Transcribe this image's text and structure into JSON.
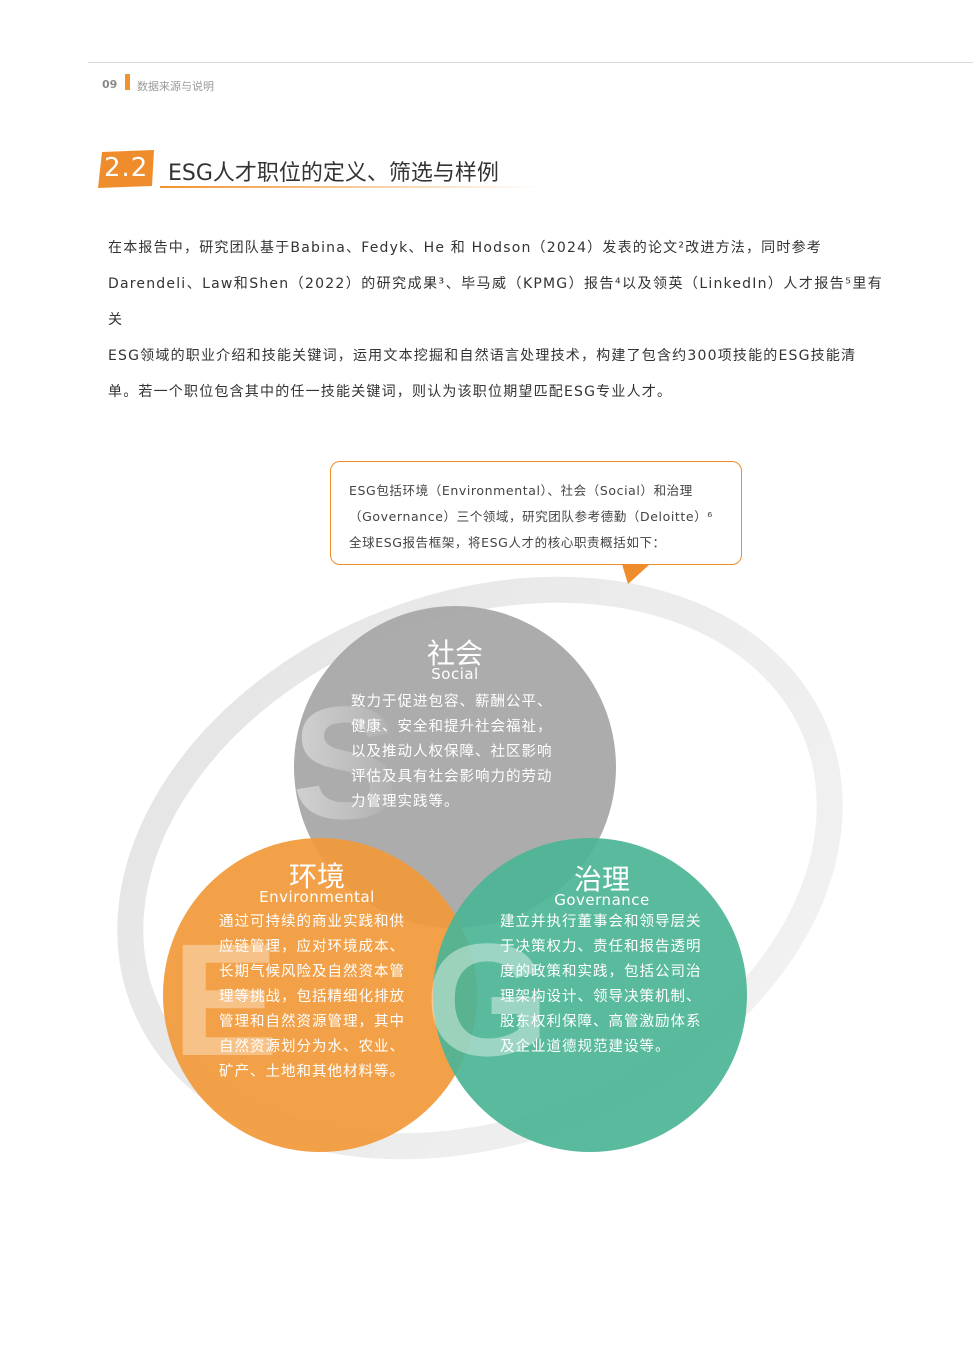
{
  "header": {
    "page_number": "09",
    "section_name": "数据来源与说明"
  },
  "section": {
    "number": "2.2",
    "title": "ESG人才职位的定义、筛选与样例"
  },
  "intro_lines": [
    "在本报告中，研究团队基于Babina、Fedyk、He 和 Hodson（2024）发表的论文²改进方法，同时参考",
    "Darendeli、Law和Shen（2022）的研究成果³、毕马威（KPMG）报告⁴以及领英（LinkedIn）人才报告⁵里有关",
    "ESG领域的职业介绍和技能关键词，运用文本挖掘和自然语言处理技术，构建了包含约300项技能的ESG技能清",
    "单。若一个职位包含其中的任一技能关键词，则认为该职位期望匹配ESG专业人才。"
  ],
  "callout_lines": [
    "ESG包括环境（Environmental）、社会（Social）和治理",
    "（Governance）三个领域，研究团队参考德勤（Deloitte）⁶",
    "全球ESG报告框架，将ESG人才的核心职责概括如下："
  ],
  "circles": {
    "social": {
      "letter": "S",
      "title": "社会",
      "subtitle": "Social",
      "lines": [
        "致力于促进包容、薪酬公平、",
        "健康、安全和提升社会福祉，",
        "以及推动人权保障、社区影响",
        "评估及具有社会影响力的劳动",
        "力管理实践等。"
      ],
      "color": "#a8a8a8"
    },
    "environmental": {
      "letter": "E",
      "title": "环境",
      "subtitle": "Environmental",
      "lines": [
        "通过可持续的商业实践和供",
        "应链管理，应对环境成本、",
        "长期气候风险及自然资本管",
        "理等挑战，包括精细化排放",
        "管理和自然资源管理，其中",
        "自然资源划分为水、农业、",
        "矿产、土地和其他材料等。"
      ],
      "color": "#f29a3a"
    },
    "governance": {
      "letter": "G",
      "title": "治理",
      "subtitle": "Governance",
      "lines": [
        "建立并执行董事会和领导层关",
        "于决策权力、责任和报告透明",
        "度的政策和实践，包括公司治",
        "理架构设计、领导决策机制、",
        "股东权利保障、高管激励体系",
        "及企业道德规范建设等。"
      ],
      "color": "#4db596"
    }
  }
}
